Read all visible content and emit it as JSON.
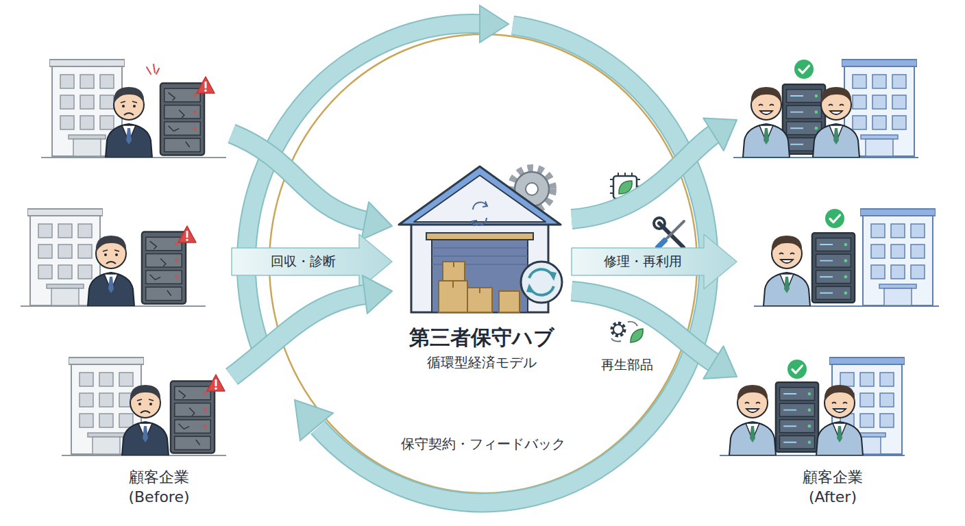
{
  "diagram": {
    "nodes": [
      {
        "text": [
          "顧客企業 (Before)"
        ]
      },
      {
        "text": [
          "第三者保守ハブ",
          "循環型経済モデル"
        ]
      },
      {
        "text": [
          "顧客企業 (After)"
        ]
      }
    ],
    "edges": [
      {
        "from": 0,
        "to": 1,
        "arrow": "to"
      },
      {
        "from": 0,
        "to": 1,
        "label": "回収・診断",
        "arrow": "to"
      },
      {
        "from": 0,
        "to": 1,
        "arrow": "to"
      },
      {
        "from": 1,
        "to": 2,
        "arrow": "to"
      },
      {
        "from": 1,
        "to": 2,
        "label": "修理・再利用",
        "arrow": "to"
      },
      {
        "from": 1,
        "to": 2,
        "label": "再生部品",
        "arrow": "to"
      }
    ],
    "labels": [
      "保守契約・フィードバック"
    ]
  }
}
